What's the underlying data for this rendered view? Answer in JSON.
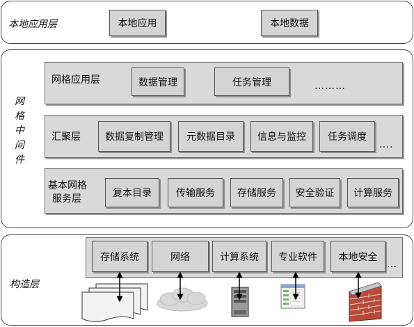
{
  "local_layer": {
    "title": "本地应用层",
    "boxes": [
      "本地应用",
      "本地数据"
    ]
  },
  "middleware": {
    "vertical_title": [
      "网",
      "格",
      "中",
      "间",
      "件"
    ],
    "grid_app": {
      "title": "网格应用层",
      "boxes": [
        "数据管理",
        "任务管理"
      ],
      "ellipsis": "………"
    },
    "aggregation": {
      "title": "汇聚层",
      "boxes": [
        "数据复制管理",
        "元数据目录",
        "信息与监控",
        "任务调度"
      ],
      "ellipsis": "…."
    },
    "basic_services": {
      "title_line1": "基本网格",
      "title_line2": "服务层",
      "boxes": [
        "复本目录",
        "传输服务",
        "存储服务",
        "安全验证",
        "计算服务"
      ]
    }
  },
  "fabric_layer": {
    "title": "构造层",
    "boxes": [
      "存储系统",
      "网络",
      "计算系统",
      "专业软件",
      "本地安全"
    ],
    "ellipsis": "…",
    "icons": [
      "documents-icon",
      "cloud-icon",
      "server-icon",
      "software-window-icon",
      "firewall-icon"
    ]
  }
}
